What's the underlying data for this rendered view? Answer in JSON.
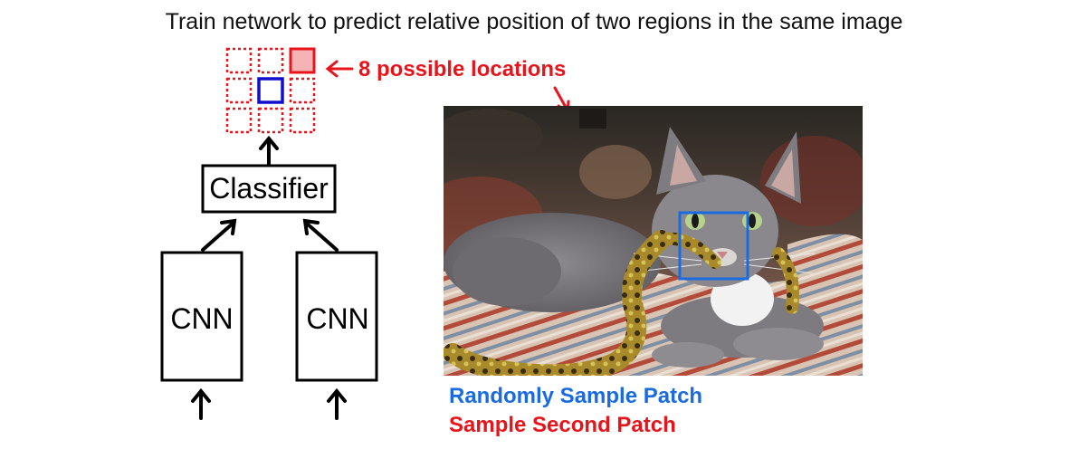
{
  "title": "Train network to predict relative position of two regions in the same image",
  "classifier": {
    "label": "Classifier"
  },
  "cnns": [
    {
      "label": "CNN"
    },
    {
      "label": "CNN"
    }
  ],
  "locations_label": "8 possible locations",
  "captions": {
    "first_patch": "Randomly Sample Patch",
    "second_patch": "Sample Second Patch"
  },
  "colors": {
    "red": "#e8141b",
    "blue": "#1a6be0",
    "dark_blue": "#1010cc",
    "black": "#000000"
  },
  "grid": {
    "rows": 3,
    "cols": 3,
    "center_cell": [
      1,
      1
    ],
    "selected_cell": [
      0,
      2
    ]
  },
  "photo": {
    "subject": "cat-lying-with-snake"
  }
}
